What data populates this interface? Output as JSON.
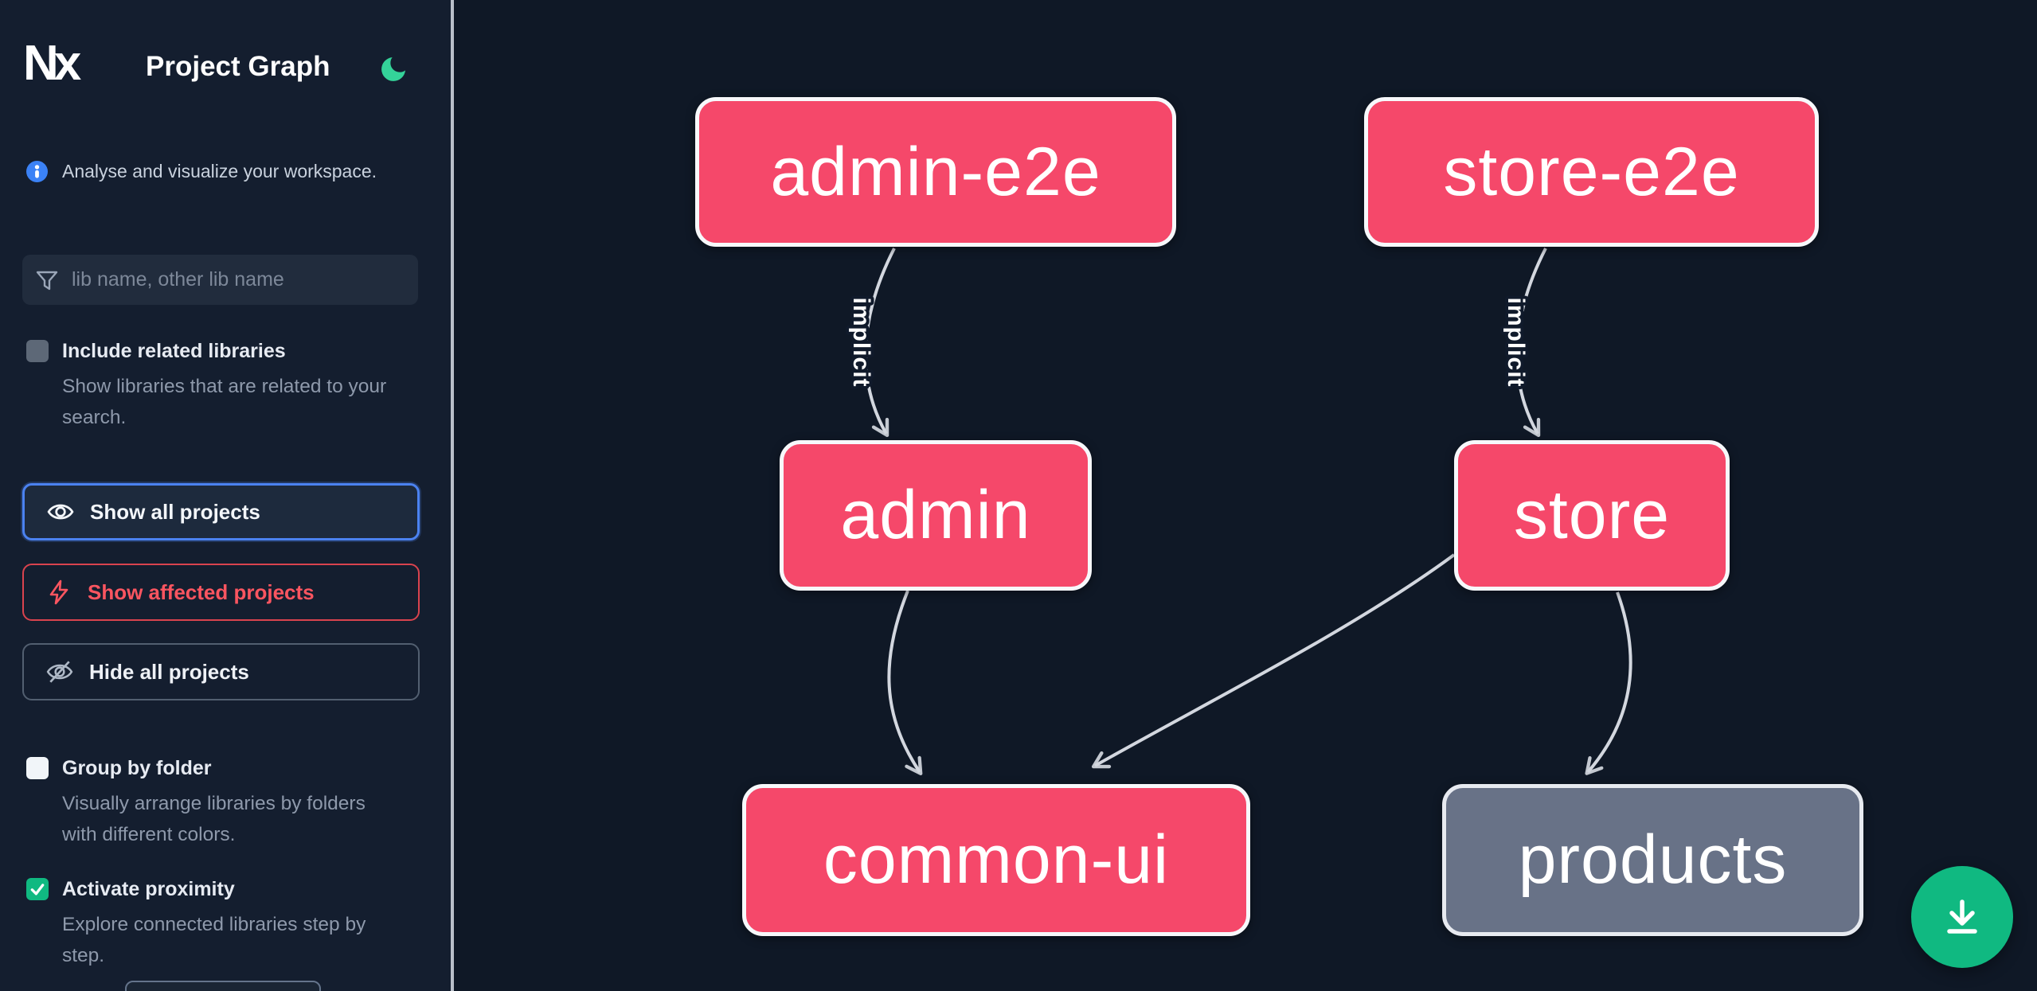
{
  "header": {
    "logo_text": "Nx",
    "title": "Project Graph"
  },
  "icons": {
    "theme_toggle": "moon-icon",
    "info": "info-icon",
    "search": "filter-funnel-icon",
    "show_all": "eye-icon",
    "show_affected": "bolt-icon",
    "hide_all": "eye-off-icon",
    "fab": "download-icon"
  },
  "sidebar": {
    "tagline": "Analyse and visualize your workspace.",
    "search": {
      "placeholder": "lib name, other lib name"
    },
    "options": [
      {
        "label": "Include related libraries",
        "description": "Show libraries that are related to your search.",
        "checked": false
      },
      {
        "label": "Group by folder",
        "description": "Visually arrange libraries by folders with different colors.",
        "checked": false
      },
      {
        "label": "Activate proximity",
        "description": "Explore connected libraries step by step.",
        "checked": true
      }
    ],
    "actions": [
      {
        "label": "Show all projects",
        "variant": "focused"
      },
      {
        "label": "Show affected projects",
        "variant": "danger"
      },
      {
        "label": "Hide all projects",
        "variant": "default"
      }
    ]
  },
  "graph": {
    "nodes": [
      {
        "id": "admin-e2e",
        "label": "admin-e2e",
        "color": "pink"
      },
      {
        "id": "store-e2e",
        "label": "store-e2e",
        "color": "pink"
      },
      {
        "id": "admin",
        "label": "admin",
        "color": "pink"
      },
      {
        "id": "store",
        "label": "store",
        "color": "pink"
      },
      {
        "id": "common-ui",
        "label": "common-ui",
        "color": "pink"
      },
      {
        "id": "products",
        "label": "products",
        "color": "gray"
      }
    ],
    "edges": [
      {
        "from": "admin-e2e",
        "to": "admin",
        "label": "implicit"
      },
      {
        "from": "store-e2e",
        "to": "store",
        "label": "implicit"
      },
      {
        "from": "admin",
        "to": "common-ui",
        "label": ""
      },
      {
        "from": "store",
        "to": "common-ui",
        "label": ""
      },
      {
        "from": "store",
        "to": "products",
        "label": ""
      }
    ]
  },
  "colors": {
    "node_pink": "#f5486a",
    "node_gray": "#687287",
    "accent_green": "#10b981",
    "focus_blue": "#4b82f0",
    "danger_red": "#d9434e",
    "background": "#0f1826"
  }
}
